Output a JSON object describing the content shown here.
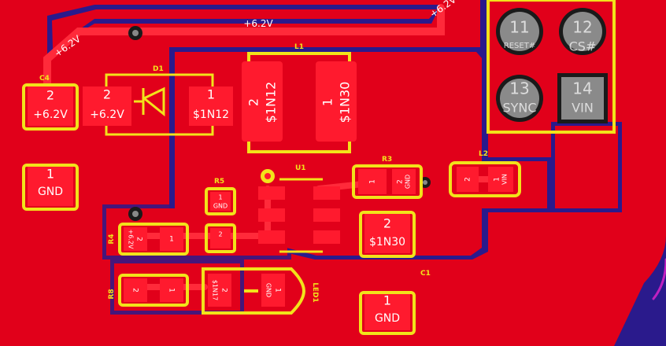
{
  "nets": {
    "vcc": "+6.2V",
    "gnd": "GND",
    "n_1n12": "$1N12",
    "n_1n30": "$1N30",
    "n_1n17": "$1N17"
  },
  "refs": {
    "c4": "C4",
    "d1": "D1",
    "l1": "L1",
    "l2": "L2",
    "u1": "U1",
    "r3": "R3",
    "r4": "R4",
    "r5": "R5",
    "r8": "R8",
    "c1": "C1",
    "led1": "LED1"
  },
  "pads": {
    "one": "1",
    "two": "2",
    "eleven": "11",
    "twelve": "12",
    "thirteen": "13",
    "fourteen": "14"
  },
  "header": {
    "p11": "RESET#",
    "p12": "CS#",
    "p13": "SYNC",
    "p14": "VIN"
  },
  "colors": {
    "copper_top": "#e1001a",
    "copper_bottom": "#2a1a8c",
    "silkscreen": "#f2e31a",
    "pad": "#ff1a2e",
    "through_hole": "#8a8a8a",
    "board_edge": "#c020c0"
  }
}
